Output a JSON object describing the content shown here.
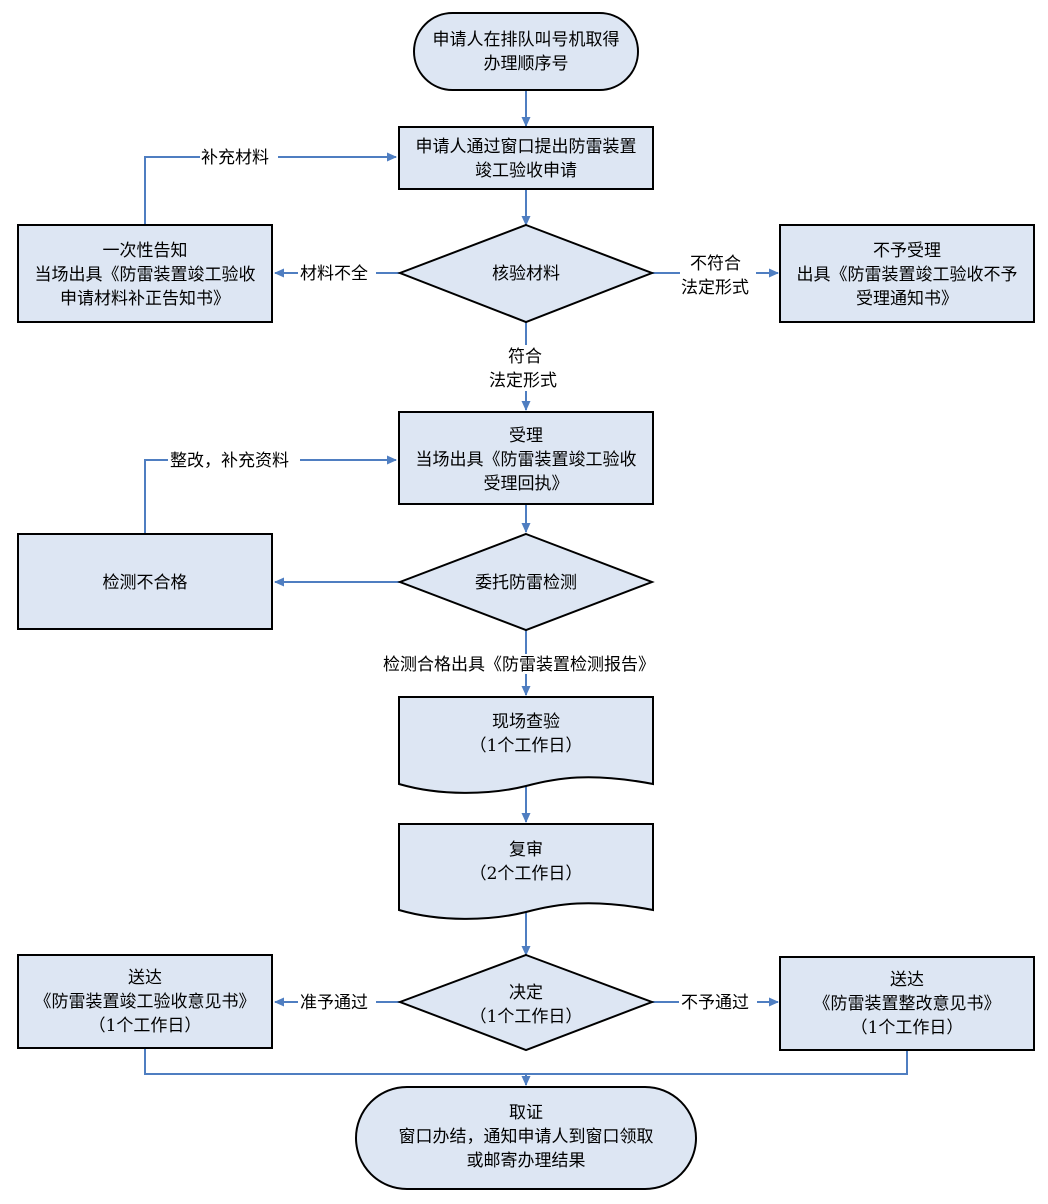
{
  "nodes": {
    "start": [
      "申请人在排队叫号机取得",
      "办理顺序号"
    ],
    "apply": [
      "申请人通过窗口提出防雷装置",
      "竣工验收申请"
    ],
    "notify_once": [
      "一次性告知",
      "当场出具《防雷装置竣工验收",
      "申请材料补正告知书》"
    ],
    "check": [
      "核验材料"
    ],
    "reject": [
      "不予受理",
      "出具《防雷装置竣工验收不予",
      "受理通知书》"
    ],
    "accept": [
      "受理",
      "当场出具《防雷装置竣工验收",
      "受理回执》"
    ],
    "test_fail": [
      "检测不合格"
    ],
    "entrust": [
      "委托防雷检测"
    ],
    "inspect": [
      "现场查验",
      "（1个工作日）"
    ],
    "review": [
      "复审",
      "（2个工作日）"
    ],
    "decide": [
      "决定",
      "（1个工作日）"
    ],
    "deliver_pass": [
      "送达",
      "《防雷装置竣工验收意见书》",
      "（1个工作日）"
    ],
    "deliver_fix": [
      "送达",
      "《防雷装置整改意见书》",
      "（1个工作日）"
    ],
    "pickup": [
      "取证",
      "窗口办结，通知申请人到窗口领取",
      "或邮寄办理结果"
    ]
  },
  "edges": {
    "supplement": "补充材料",
    "incomplete": "材料不全",
    "nonconform": [
      "不符合",
      "法定形式"
    ],
    "conform": [
      "符合",
      "法定形式"
    ],
    "rectify": "整改，补充资料",
    "test_pass": "检测合格出具《防雷装置检测报告》",
    "approve": "准予通过",
    "deny": "不予通过"
  }
}
